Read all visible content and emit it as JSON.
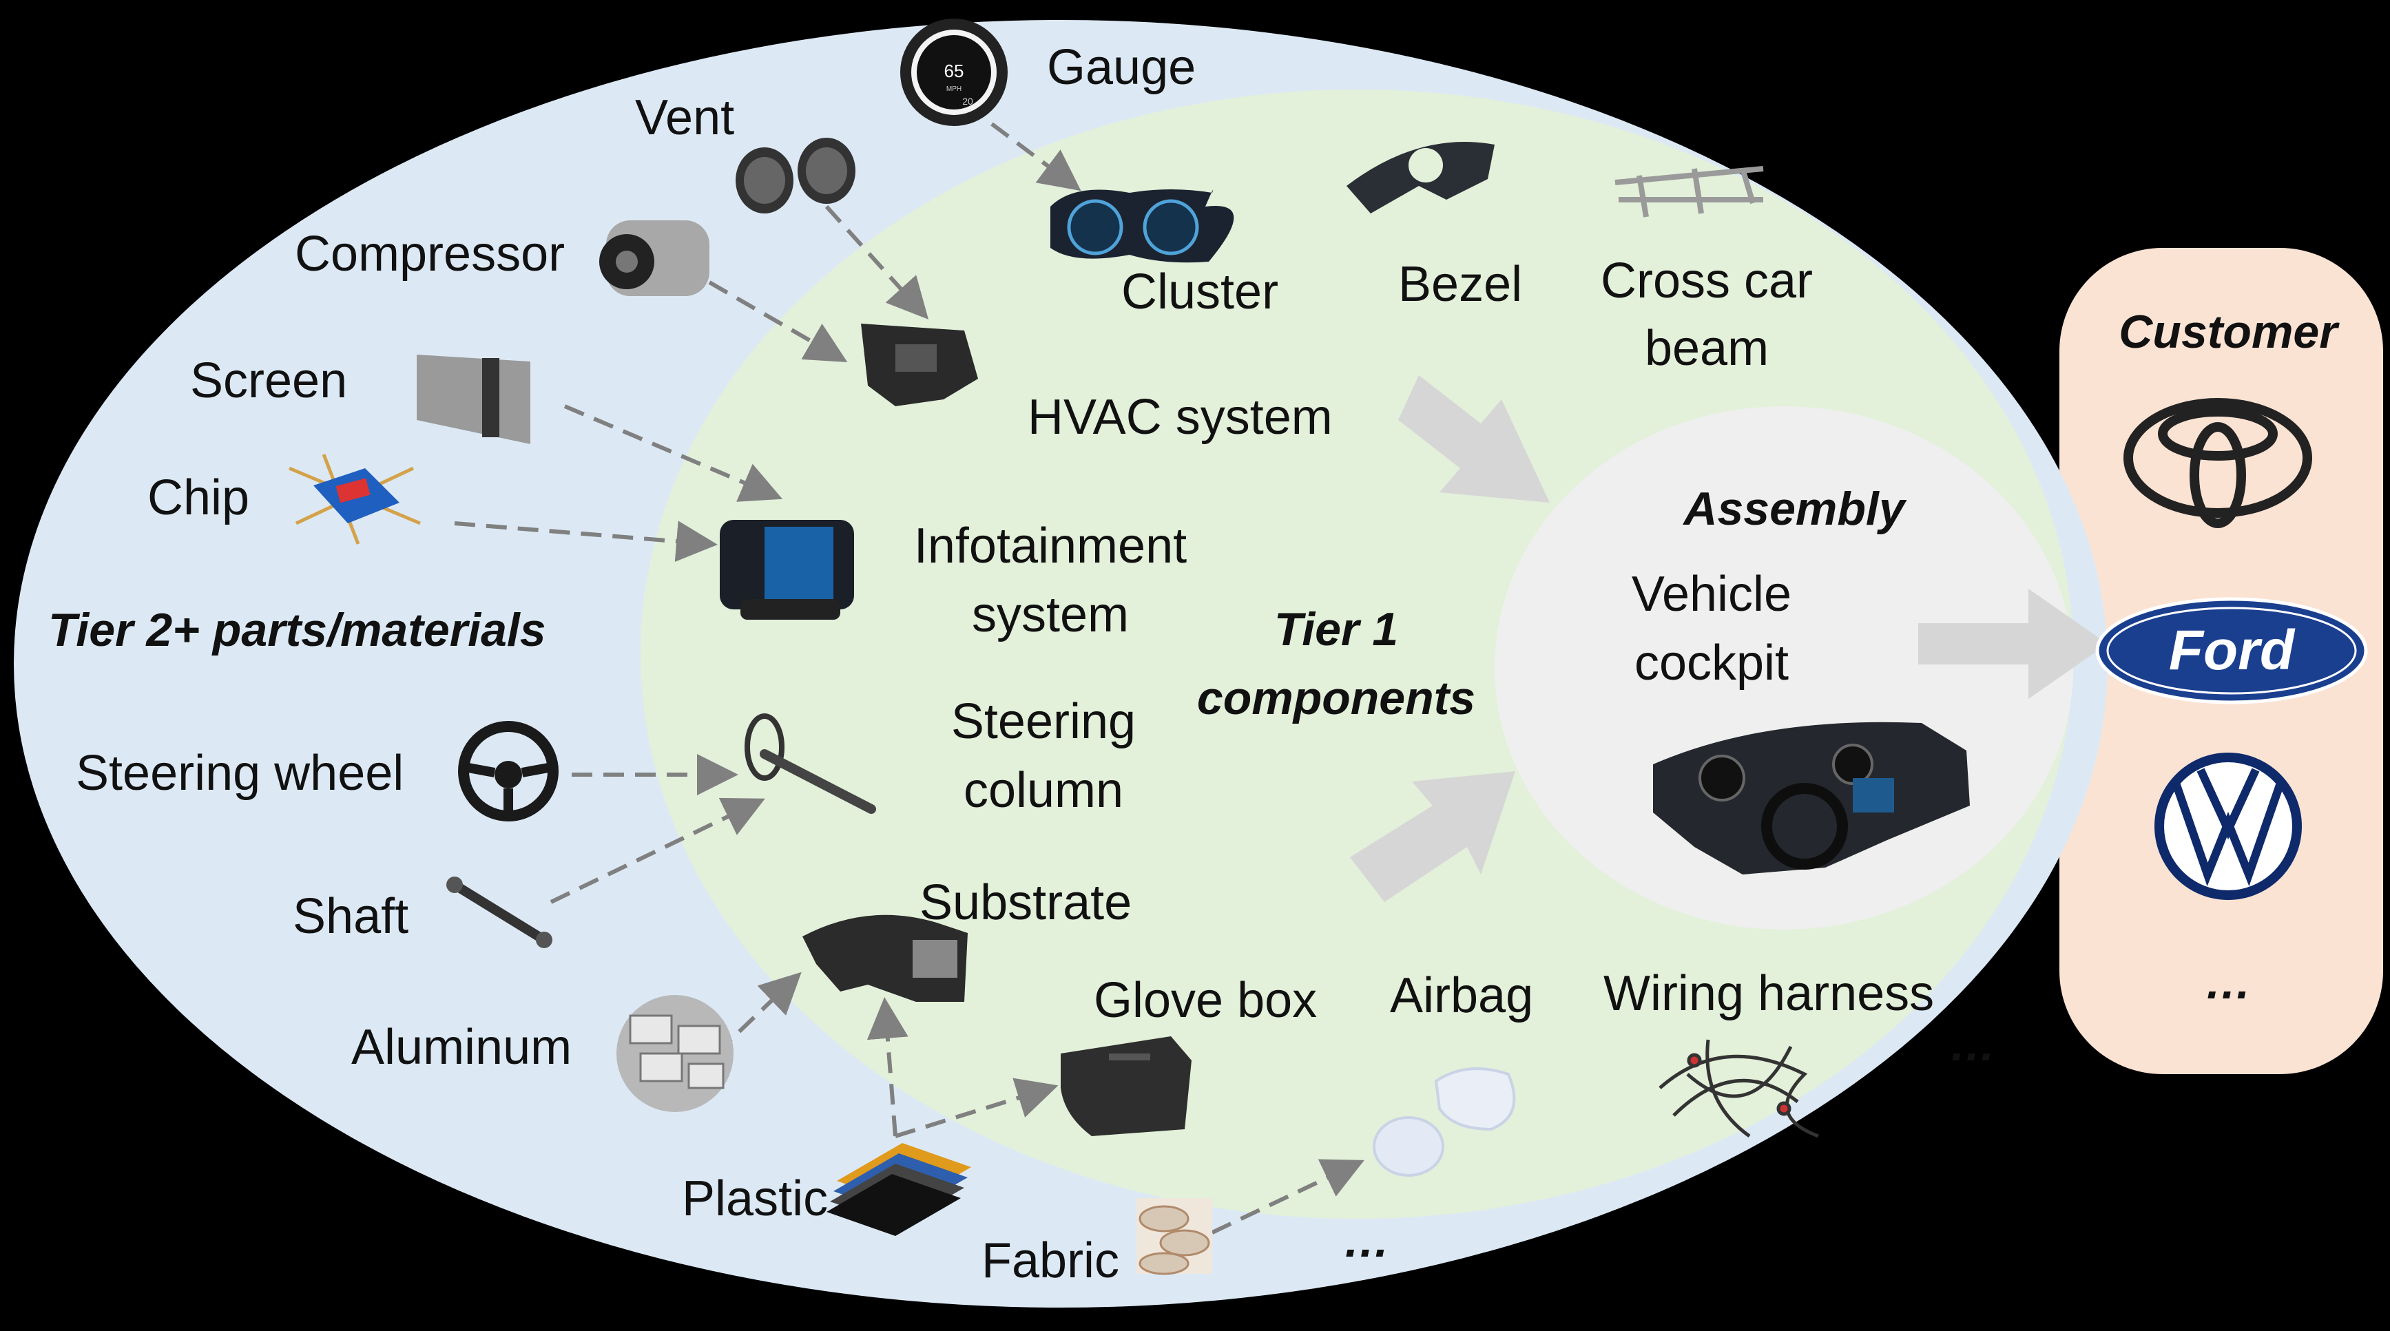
{
  "regions": {
    "tier2_label": "Tier 2+ parts/materials",
    "tier1_label_line1": "Tier 1",
    "tier1_label_line2": "components",
    "assembly_label": "Assembly",
    "customer_label": "Customer"
  },
  "tier2_items": {
    "gauge": "Gauge",
    "vent": "Vent",
    "compressor": "Compressor",
    "screen": "Screen",
    "chip": "Chip",
    "steering_wheel": "Steering wheel",
    "shaft": "Shaft",
    "aluminum": "Aluminum",
    "plastic": "Plastic",
    "fabric": "Fabric",
    "more": "…"
  },
  "tier1_items": {
    "cluster": "Cluster",
    "bezel": "Bezel",
    "cross_car_beam_line1": "Cross car",
    "cross_car_beam_line2": "beam",
    "hvac": "HVAC system",
    "infotainment_line1": "Infotainment",
    "infotainment_line2": "system",
    "steering_column_line1": "Steering",
    "steering_column_line2": "column",
    "substrate": "Substrate",
    "glove_box": "Glove box",
    "airbag": "Airbag",
    "wiring_harness": "Wiring harness",
    "more": "…"
  },
  "assembly_items": {
    "cockpit_line1": "Vehicle",
    "cockpit_line2": "cockpit"
  },
  "customers": {
    "ford_wordmark": "Ford",
    "more": "…"
  },
  "gauge_readout": {
    "speed": "65",
    "unit": "MPH",
    "small": "20"
  },
  "icons": [
    "gauge-icon",
    "vent-icon",
    "compressor-icon",
    "screen-icon",
    "chip-icon",
    "steering-wheel-icon",
    "shaft-icon",
    "aluminum-icon",
    "plastic-icon",
    "fabric-icon",
    "cluster-icon",
    "bezel-icon",
    "cross-car-beam-icon",
    "hvac-icon",
    "infotainment-icon",
    "steering-column-icon",
    "substrate-icon",
    "glove-box-icon",
    "airbag-icon",
    "wiring-harness-icon",
    "cockpit-icon",
    "toyota-logo",
    "ford-logo",
    "vw-logo"
  ],
  "colors": {
    "background": "#000000",
    "tier2_fill": "#dce9f5",
    "tier1_fill": "#e3f0da",
    "assembly_fill": "#efefef",
    "customer_fill": "#fbe3d4",
    "arrow_dash": "#808080",
    "big_arrow": "#d6d6d6",
    "ford_blue": "#1a3f8f",
    "vw_blue": "#0f2a6b"
  }
}
